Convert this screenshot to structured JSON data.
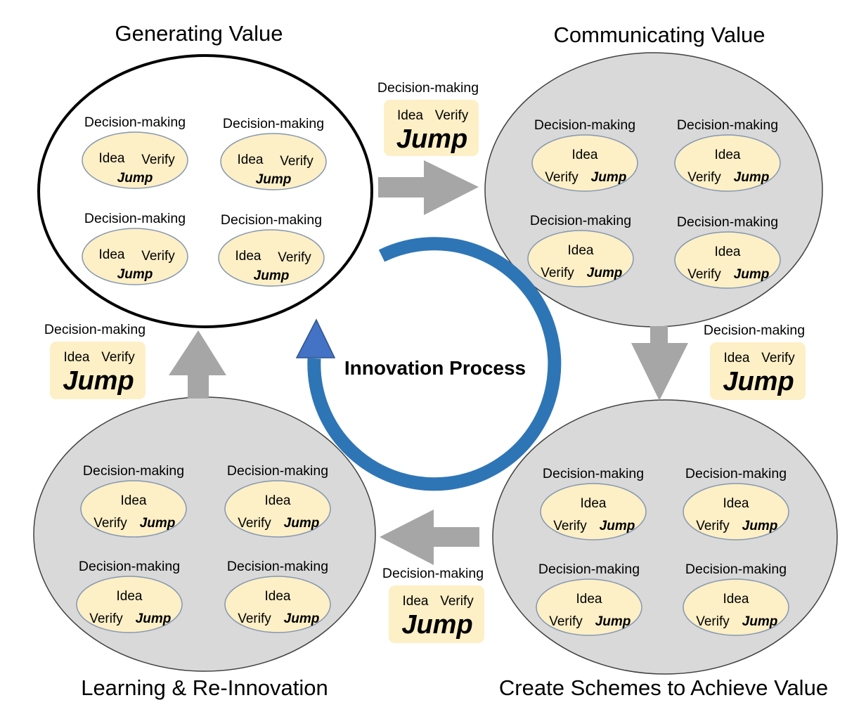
{
  "diagram": {
    "center_label": "Innovation Process",
    "colors": {
      "stage_fill": "#d9d9d9",
      "stage_stroke": "#404040",
      "active_stage_stroke": "#000000",
      "node_fill": "#fdefc6",
      "node_stroke": "#8497b0",
      "arrow_fill": "#a6a6a6",
      "cycle_stroke": "#2e75b6",
      "cycle_head": "#4472c4"
    },
    "node": {
      "label": "Decision-making",
      "idea": "Idea",
      "verify": "Verify",
      "jump": "Jump"
    },
    "stages": [
      {
        "id": "generating",
        "title": "Generating Value",
        "active": true
      },
      {
        "id": "communicating",
        "title": "Communicating Value",
        "active": false
      },
      {
        "id": "create-schemes",
        "title": "Create Schemes to Achieve Value",
        "active": false
      },
      {
        "id": "learning",
        "title": "Learning & Re-Innovation",
        "active": false
      }
    ],
    "transitions": [
      {
        "from": "generating",
        "to": "communicating",
        "label": "Decision-making",
        "idea": "Idea",
        "verify": "Verify",
        "jump": "Jump"
      },
      {
        "from": "communicating",
        "to": "create-schemes",
        "label": "Decision-making",
        "idea": "Idea",
        "verify": "Verify",
        "jump": "Jump"
      },
      {
        "from": "create-schemes",
        "to": "learning",
        "label": "Decision-making",
        "idea": "Idea",
        "verify": "Verify",
        "jump": "Jump"
      },
      {
        "from": "learning",
        "to": "generating",
        "label": "Decision-making",
        "idea": "Idea",
        "verify": "Verify",
        "jump": "Jump"
      }
    ]
  }
}
